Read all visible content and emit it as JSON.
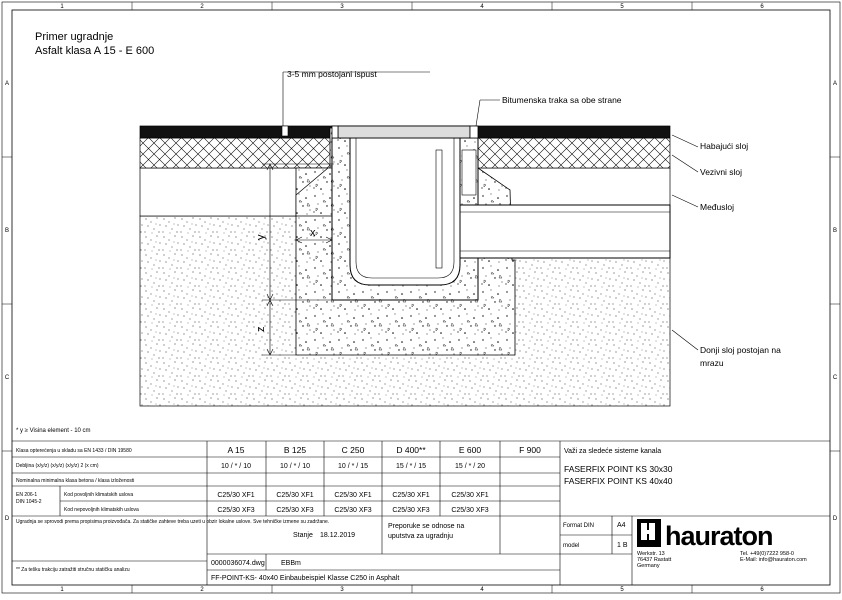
{
  "frame": {
    "col_numbers": [
      "1",
      "2",
      "3",
      "4",
      "5",
      "6"
    ],
    "row_letters": [
      "A",
      "B",
      "C",
      "D"
    ]
  },
  "title": {
    "line1": "Primer ugradnje",
    "line2": "Asfalt klasa A 15 - E 600"
  },
  "callouts": {
    "gap": "3-5 mm postojani ispust",
    "bitumen": "Bitumenska traka sa obe strane",
    "wearing": "Habajući sloj",
    "binder": "Vezivni sloj",
    "intermediate": "Međusloj",
    "frost1": "Donji sloj postojan na",
    "frost2": "mrazu"
  },
  "dims": {
    "x": "x",
    "y": "y",
    "z": "z"
  },
  "note": "* y ≥ Visina element - 10 cm",
  "table": {
    "row1_label": "Klasa opterećenja u skladu sa EN 1433 / DIN 19580",
    "classes": [
      "A 15",
      "B 125",
      "C 250",
      "D 400**",
      "E 600",
      "F 900"
    ],
    "row2_label": "Debljina  (x/y/z) (x/y/z) (x/y/z) 2 (x cm)",
    "row2_values": [
      "10 / * / 10",
      "10 / * / 10",
      "10 / * / 15",
      "15 / * / 15",
      "15 / * / 20",
      ""
    ],
    "row3_label": "Nominalna minimalna klasa betona / klasa izloženosti",
    "std_left": "EN 206-1\nDIN 1045-2",
    "row4_label": "Kod povoljnih klimatskih uslova",
    "row4_values": [
      "C25/30 XF1",
      "C25/30 XF1",
      "C25/30 XF1",
      "C25/30 XF1",
      "C25/30 XF1",
      ""
    ],
    "row5_label": "Kod nepovoljnih klimatskih uslova",
    "row5_values": [
      "C25/30 XF3",
      "C25/30 XF3",
      "C25/30 XF3",
      "C25/30 XF3",
      "C25/30 XF3",
      ""
    ],
    "valid_for": "Važi za sledeće sisteme kanala",
    "systems": [
      "FASERFIX POINT KS 30x30",
      "FASERFIX POINT KS 40x40"
    ]
  },
  "footer": {
    "disclaimer": "Ugradnja se sprovodi prema propisima proizvođača. Za statičke zahteve treba uzeti u obzir lokalne uslove. Sve tehničke izmene su zadržane.",
    "copyright": "** Za tešku trakciju zatražiti stručnu statičku analizu",
    "status_label": "Stanje",
    "date": "18.12.2019",
    "recommend1": "Preporuke se odnose na",
    "recommend2": "uputstva za ugradnju",
    "format_label": "Format DIN",
    "format_value": "A4",
    "model_label": "model",
    "model_value": "1 B",
    "drawing_no": "0000036074.dwg",
    "drawn_by": "EBBm",
    "drawing_title": "FF-POINT-KS- 40x40 Einbaubeispiel Klasse C250 in Asphalt",
    "brand": "hauraton",
    "address": [
      "Werkstr. 13",
      "76437 Rastatt",
      "Germany"
    ],
    "contact": [
      "Tel. +49(0)7222 958-0",
      "E-Mail: info@hauraton.com"
    ]
  }
}
